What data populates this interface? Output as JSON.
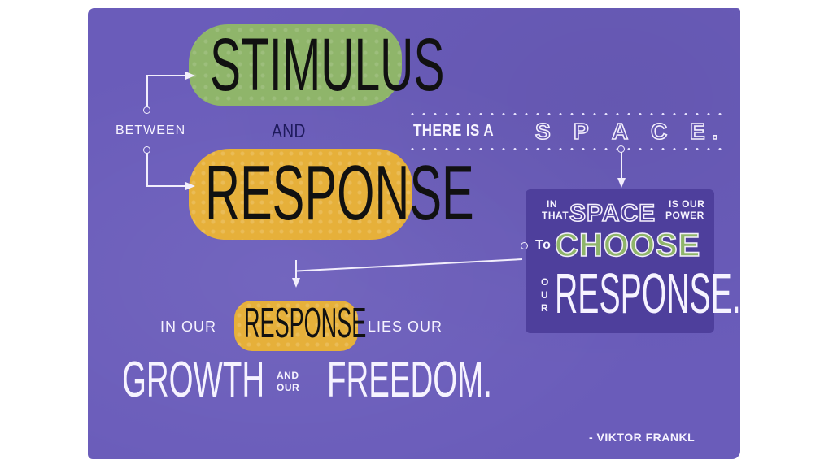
{
  "colors": {
    "background_purple": "#6a5cba",
    "box_purple": "#4e3f9c",
    "green": "#8fb56a",
    "yellow": "#e6b03a",
    "ink_white": "#f2eefc",
    "ink_black": "#111111",
    "ink_dark_blue": "#1e1a5c"
  },
  "top": {
    "between": "BETWEEN",
    "stimulus": "STIMULUS",
    "and": "AND",
    "response": "RESPONSE"
  },
  "space_line": {
    "prefix": "THERE IS A",
    "letters": [
      "S",
      "P",
      "A",
      "C",
      "E",
      "."
    ]
  },
  "box": {
    "in_that": [
      "IN",
      "THAT"
    ],
    "space": "SPACE",
    "is_our_power": [
      "IS OUR",
      "POWER"
    ],
    "to": "To",
    "choose": "CHOOSE",
    "our_vertical": [
      "O",
      "U",
      "R"
    ],
    "response": "RESPONSE."
  },
  "bottom": {
    "in_our": "IN OUR",
    "response": "RESPONSE",
    "lies_our": "LIES OUR",
    "growth": "GROWTH",
    "and_our": [
      "AND",
      "OUR"
    ],
    "freedom": "FREEDOM."
  },
  "attribution": "- VIKTOR FRANKL"
}
